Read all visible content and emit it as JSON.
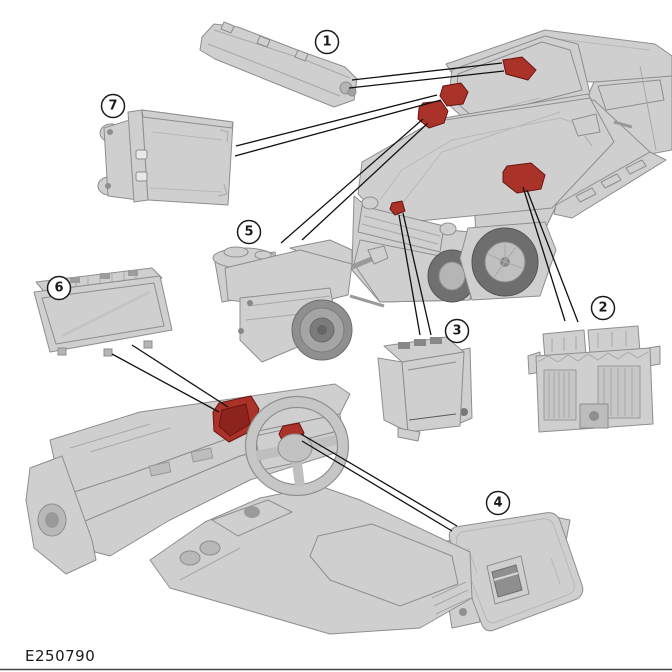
{
  "figure": {
    "id_label": "E250790",
    "callouts": [
      {
        "number": "1"
      },
      {
        "number": "2"
      },
      {
        "number": "3"
      },
      {
        "number": "4"
      },
      {
        "number": "5"
      },
      {
        "number": "6"
      },
      {
        "number": "7"
      }
    ],
    "colors": {
      "highlight": "#a93229",
      "highlight_dark": "#8c231c",
      "line": "#111111",
      "body_gray": "#d6d6d6"
    }
  }
}
